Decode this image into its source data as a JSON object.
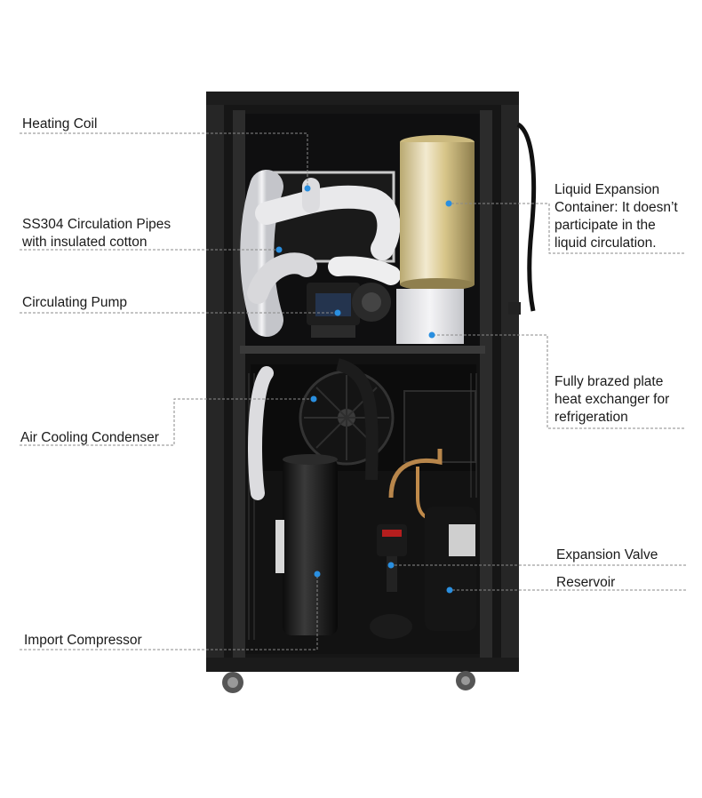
{
  "callouts": {
    "heating_coil": [
      "Heating Coil"
    ],
    "circulation_pipes": [
      "SS304 Circulation Pipes",
      "with insulated cotton"
    ],
    "circulating_pump": [
      "Circulating Pump"
    ],
    "air_cooling_condenser": [
      "Air Cooling Condenser"
    ],
    "import_compressor": [
      "Import Compressor"
    ],
    "liquid_expansion_container": [
      "Liquid Expansion",
      "Container: It doesn’t",
      "participate in the",
      "liquid circulation."
    ],
    "plate_heat_exchanger": [
      "Fully brazed plate",
      "heat exchanger for",
      "refrigeration"
    ],
    "expansion_valve": [
      "Expansion Valve"
    ],
    "reservoir": [
      "Reservoir"
    ]
  },
  "colors": {
    "leader_line": "#8a8a8a",
    "marker_dot": "#2a8fe0",
    "cabinet": "#151515",
    "insulation": "#e6e6e8",
    "tank": "#d9c98c"
  }
}
